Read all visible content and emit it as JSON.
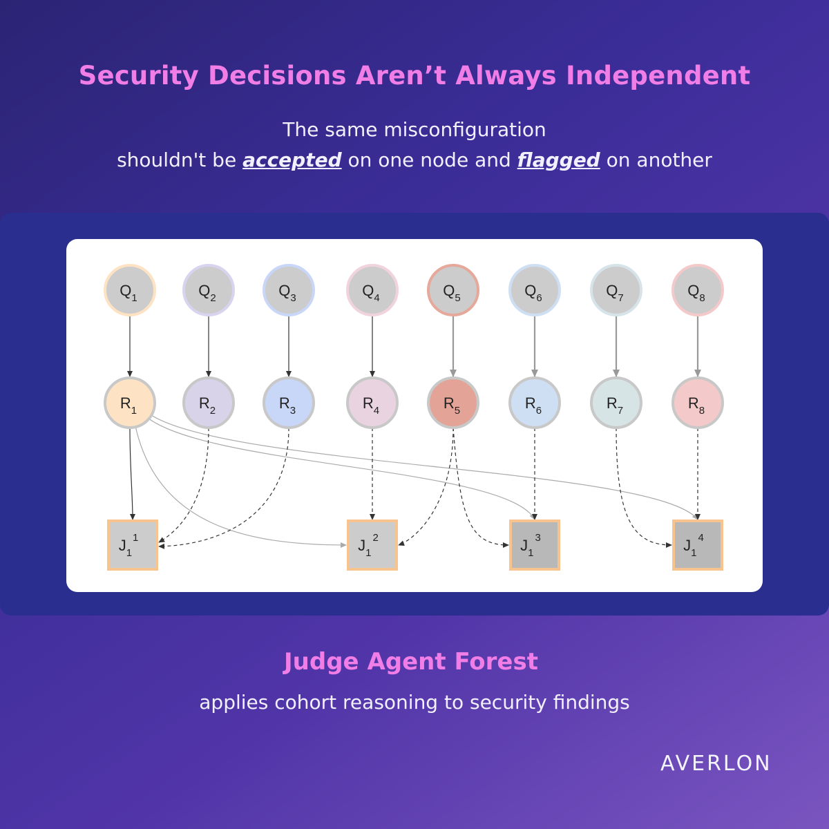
{
  "header": {
    "title": "Security Decisions Aren’t Always Independent",
    "subtitle_line1": "The same misconfiguration",
    "subtitle_line2_pre": "shouldn't be ",
    "subtitle_accepted": "accepted",
    "subtitle_line2_mid": " on one node and ",
    "subtitle_flagged": "flagged",
    "subtitle_line2_post": " on another"
  },
  "diagram": {
    "query_nodes": [
      {
        "letter": "Q",
        "sub": "1",
        "ring": "#fde3c4"
      },
      {
        "letter": "Q",
        "sub": "2",
        "ring": "#d9d3f0"
      },
      {
        "letter": "Q",
        "sub": "3",
        "ring": "#c8d6f8"
      },
      {
        "letter": "Q",
        "sub": "4",
        "ring": "#f1d3dd"
      },
      {
        "letter": "Q",
        "sub": "5",
        "ring": "#e6a89a"
      },
      {
        "letter": "Q",
        "sub": "6",
        "ring": "#cfdff3"
      },
      {
        "letter": "Q",
        "sub": "7",
        "ring": "#d6e4ea"
      },
      {
        "letter": "Q",
        "sub": "8",
        "ring": "#f4c9c9"
      }
    ],
    "response_nodes": [
      {
        "letter": "R",
        "sub": "1",
        "fill": "#fde3c4"
      },
      {
        "letter": "R",
        "sub": "2",
        "fill": "#d9d3ea"
      },
      {
        "letter": "R",
        "sub": "3",
        "fill": "#c8d6f8"
      },
      {
        "letter": "R",
        "sub": "4",
        "fill": "#ead3e0"
      },
      {
        "letter": "R",
        "sub": "5",
        "fill": "#e3a497"
      },
      {
        "letter": "R",
        "sub": "6",
        "fill": "#cfdff3"
      },
      {
        "letter": "R",
        "sub": "7",
        "fill": "#d6e4e6"
      },
      {
        "letter": "R",
        "sub": "8",
        "fill": "#f4c9c9"
      }
    ],
    "judge_nodes": [
      {
        "letter": "J",
        "sub": "1",
        "sup": "1"
      },
      {
        "letter": "J",
        "sub": "1",
        "sup": "2"
      },
      {
        "letter": "J",
        "sub": "1",
        "sup": "3"
      },
      {
        "letter": "J",
        "sub": "1",
        "sup": "4"
      }
    ],
    "colors": {
      "node_fill": "#cccccc",
      "node_ring": "#c8c8c8",
      "judge_border": "#f7c48f"
    }
  },
  "section": {
    "title": "Judge Agent Forest",
    "subtitle": "applies cohort reasoning to security findings"
  },
  "brand": {
    "logo": "AVERLON"
  }
}
